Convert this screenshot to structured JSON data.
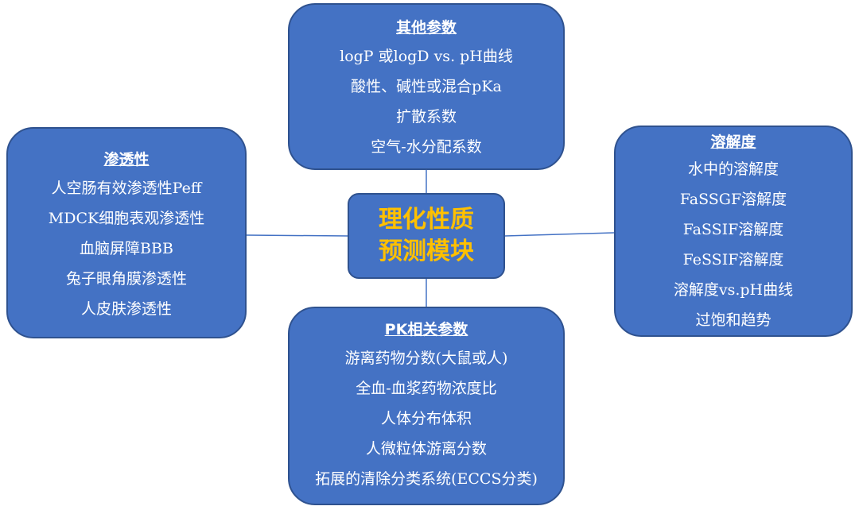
{
  "center": {
    "title": "理化性质预测模块",
    "title_color": "#ffc000"
  },
  "colors": {
    "node_fill": "#4472c4",
    "node_border": "#2f528f",
    "text": "#ffffff",
    "connector": "#4472c4"
  },
  "nodes": {
    "other": {
      "title": "其他参数",
      "items": [
        "logP 或logD vs. pH曲线",
        "酸性、碱性或混合pKa",
        "扩散系数",
        "空气-水分配系数"
      ]
    },
    "permeability": {
      "title": "渗透性",
      "items": [
        "人空肠有效渗透性Peff",
        "MDCK细胞表观渗透性",
        "血脑屏障BBB",
        "兔子眼角膜渗透性",
        "人皮肤渗透性"
      ]
    },
    "solubility": {
      "title": "溶解度",
      "items": [
        "水中的溶解度",
        "FaSSGF溶解度",
        "FaSSIF溶解度",
        "FeSSIF溶解度",
        "溶解度vs.pH曲线",
        "过饱和趋势"
      ]
    },
    "pk": {
      "title": "PK相关参数",
      "items": [
        "游离药物分数(大鼠或人)",
        "全血-血浆药物浓度比",
        "人体分布体积",
        "人微粒体游离分数",
        "拓展的清除分类系统(ECCS分类)"
      ]
    }
  }
}
